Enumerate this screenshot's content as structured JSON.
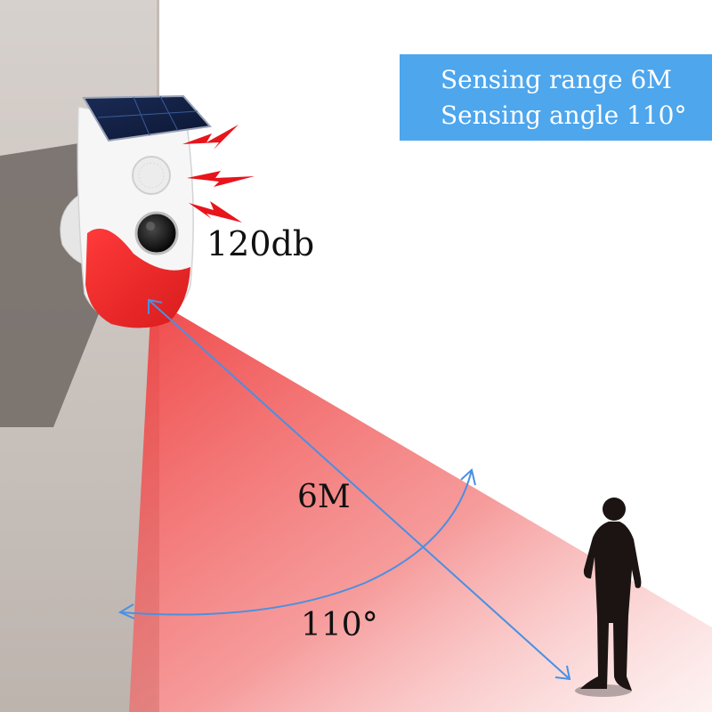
{
  "info_box": {
    "line1": "Sensing range 6M",
    "line2": "Sensing angle 110°",
    "background_color": "#4ea6ec"
  },
  "device": {
    "volume_label": "120db"
  },
  "diagram": {
    "range_label": "6M",
    "angle_label": "110°",
    "arrow_color": "#4a90e2",
    "beam_color": "#f04a4a",
    "siren_color": "#f02a2a"
  }
}
